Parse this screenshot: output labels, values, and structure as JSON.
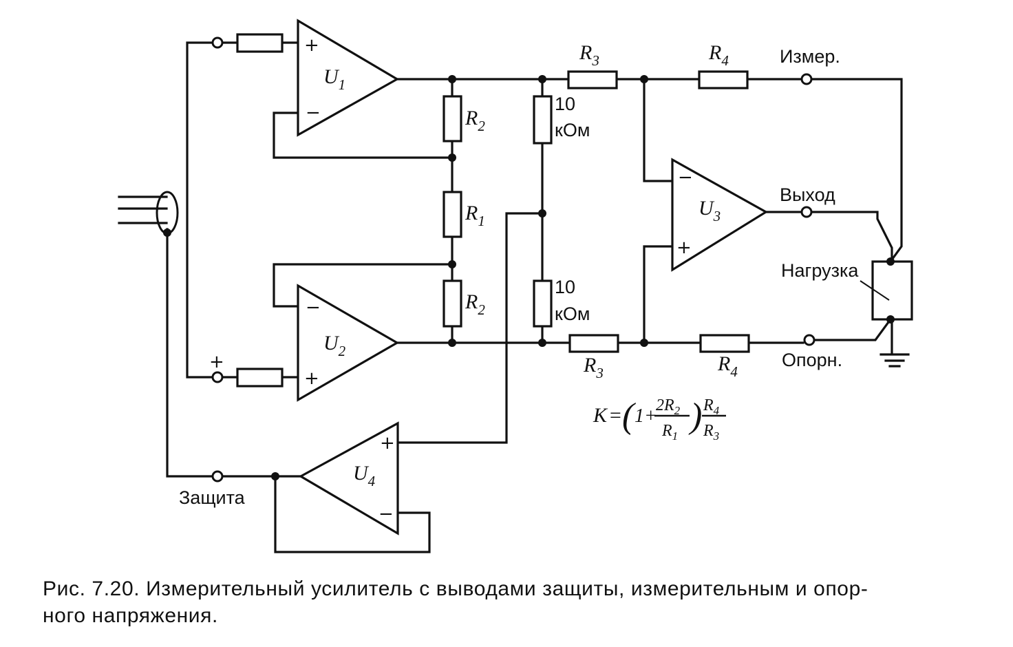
{
  "amplifiers": {
    "u1": {
      "name": "U",
      "sub": "1"
    },
    "u2": {
      "name": "U",
      "sub": "2"
    },
    "u3": {
      "name": "U",
      "sub": "3"
    },
    "u4": {
      "name": "U",
      "sub": "4"
    },
    "plus": "+",
    "minus": "−"
  },
  "resistors": {
    "r1": {
      "name": "R",
      "sub": "1"
    },
    "r2": {
      "name": "R",
      "sub": "2"
    },
    "r3": {
      "name": "R",
      "sub": "3"
    },
    "r4": {
      "name": "R",
      "sub": "4"
    },
    "divider_value": "10",
    "divider_unit": "кОм"
  },
  "inputs": {
    "minus": "−",
    "plus": "+"
  },
  "terminals": {
    "measure": "Измер.",
    "output": "Выход",
    "reference": "Опорн.",
    "guard": "Защита",
    "load": "Нагрузка"
  },
  "formula": {
    "k": "K",
    "eq": "=",
    "paren_open": "(",
    "one_plus": "1+",
    "num": "2R",
    "num_sub": "2",
    "den": "R",
    "den_sub": "1",
    "paren_close": ")",
    "num2": "R",
    "num2_sub": "4",
    "den2": "R",
    "den2_sub": "3"
  },
  "caption": {
    "line1": "Рис. 7.20. Измерительный усилитель с выводами защиты, измерительным и опор-",
    "line2": "ного напряжения."
  }
}
